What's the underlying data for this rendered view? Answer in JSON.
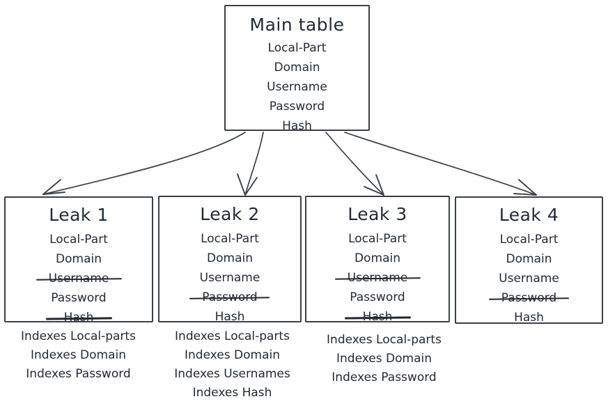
{
  "diagram": {
    "title": "Main table and leak tables schema",
    "colors": {
      "stroke": "#3a4049",
      "text": "#232b36",
      "strike": "#23282f",
      "background": "#ffffff"
    }
  },
  "main_table": {
    "title": "Main table",
    "fields": [
      {
        "label": "Local-Part",
        "struck": false
      },
      {
        "label": "Domain",
        "struck": false
      },
      {
        "label": "Username",
        "struck": false
      },
      {
        "label": "Password",
        "struck": false
      },
      {
        "label": "Hash",
        "struck": false
      }
    ]
  },
  "leaks": [
    {
      "title": "Leak 1",
      "fields": [
        {
          "label": "Local-Part",
          "struck": false
        },
        {
          "label": "Domain",
          "struck": false
        },
        {
          "label": "Username",
          "struck": true
        },
        {
          "label": "Password",
          "struck": false
        },
        {
          "label": "Hash",
          "struck": true
        }
      ],
      "caption": [
        "Indexes Local-parts",
        "Indexes Domain",
        "Indexes Password"
      ]
    },
    {
      "title": "Leak 2",
      "fields": [
        {
          "label": "Local-Part",
          "struck": false
        },
        {
          "label": "Domain",
          "struck": false
        },
        {
          "label": "Username",
          "struck": false
        },
        {
          "label": "Password",
          "struck": true
        },
        {
          "label": "Hash",
          "struck": false
        }
      ],
      "caption": [
        "Indexes Local-parts",
        "Indexes Domain",
        "Indexes Usernames",
        "Indexes Hash"
      ]
    },
    {
      "title": "Leak 3",
      "fields": [
        {
          "label": "Local-Part",
          "struck": false
        },
        {
          "label": "Domain",
          "struck": false
        },
        {
          "label": "Username",
          "struck": true
        },
        {
          "label": "Password",
          "struck": false
        },
        {
          "label": "Hash",
          "struck": true
        }
      ],
      "caption": [
        "Indexes Local-parts",
        "Indexes Domain",
        "Indexes Password"
      ]
    },
    {
      "title": "Leak 4",
      "fields": [
        {
          "label": "Local-Part",
          "struck": false
        },
        {
          "label": "Domain",
          "struck": false
        },
        {
          "label": "Username",
          "struck": false
        },
        {
          "label": "Password",
          "struck": true
        },
        {
          "label": "Hash",
          "struck": false
        }
      ],
      "caption": []
    }
  ],
  "connectors": [
    {
      "name": "arrow-main-to-leak-1",
      "from": "main-table",
      "to": "leak-1"
    },
    {
      "name": "arrow-main-to-leak-2",
      "from": "main-table",
      "to": "leak-2"
    },
    {
      "name": "arrow-main-to-leak-3",
      "from": "main-table",
      "to": "leak-3"
    },
    {
      "name": "arrow-main-to-leak-4",
      "from": "main-table",
      "to": "leak-4"
    }
  ]
}
